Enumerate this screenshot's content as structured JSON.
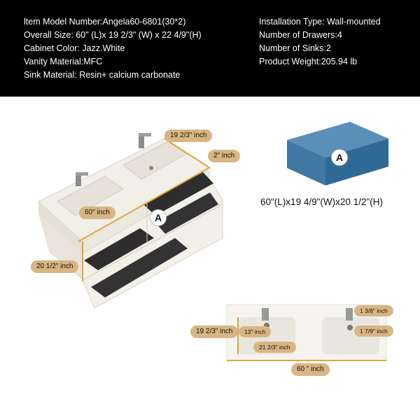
{
  "header": {
    "left": [
      "ltem Model Number:Angela60-6801(30*2)",
      "Overall Size: 60\" (L)x 19 2/3\" (W) x 22 4/9\"(H)",
      "Cabinet Color: Jazz.White",
      "Vanity Material:MFC",
      "Sink Material: Resin+ calcium carbonate"
    ],
    "right": [
      "Installation Type: Wall-mounted",
      "Number of Drawers:4",
      "Number of Sinks:2",
      "Product Weight:205.94 lb"
    ]
  },
  "vanity": {
    "width_label": "60\" inch",
    "depth_label": "19 2/3\" inch",
    "side_label": "2\" inch",
    "height_label": "20 1/2\" inch",
    "marker": "A"
  },
  "top_block": {
    "marker": "A",
    "dimensions": "60\"(L)x19 4/9\"(W)x20 1/2\"(H)",
    "color": "#3f78a3"
  },
  "top_view": {
    "width_label": "60 \" inch",
    "depth_label": "19 2/3\" inch",
    "basin_width_label": "13\" inch",
    "basin_length_label": "21 2/3\" inch",
    "right_top_label": "1 3/8\" inch",
    "right_side_label": "1 7/9\" inch"
  }
}
